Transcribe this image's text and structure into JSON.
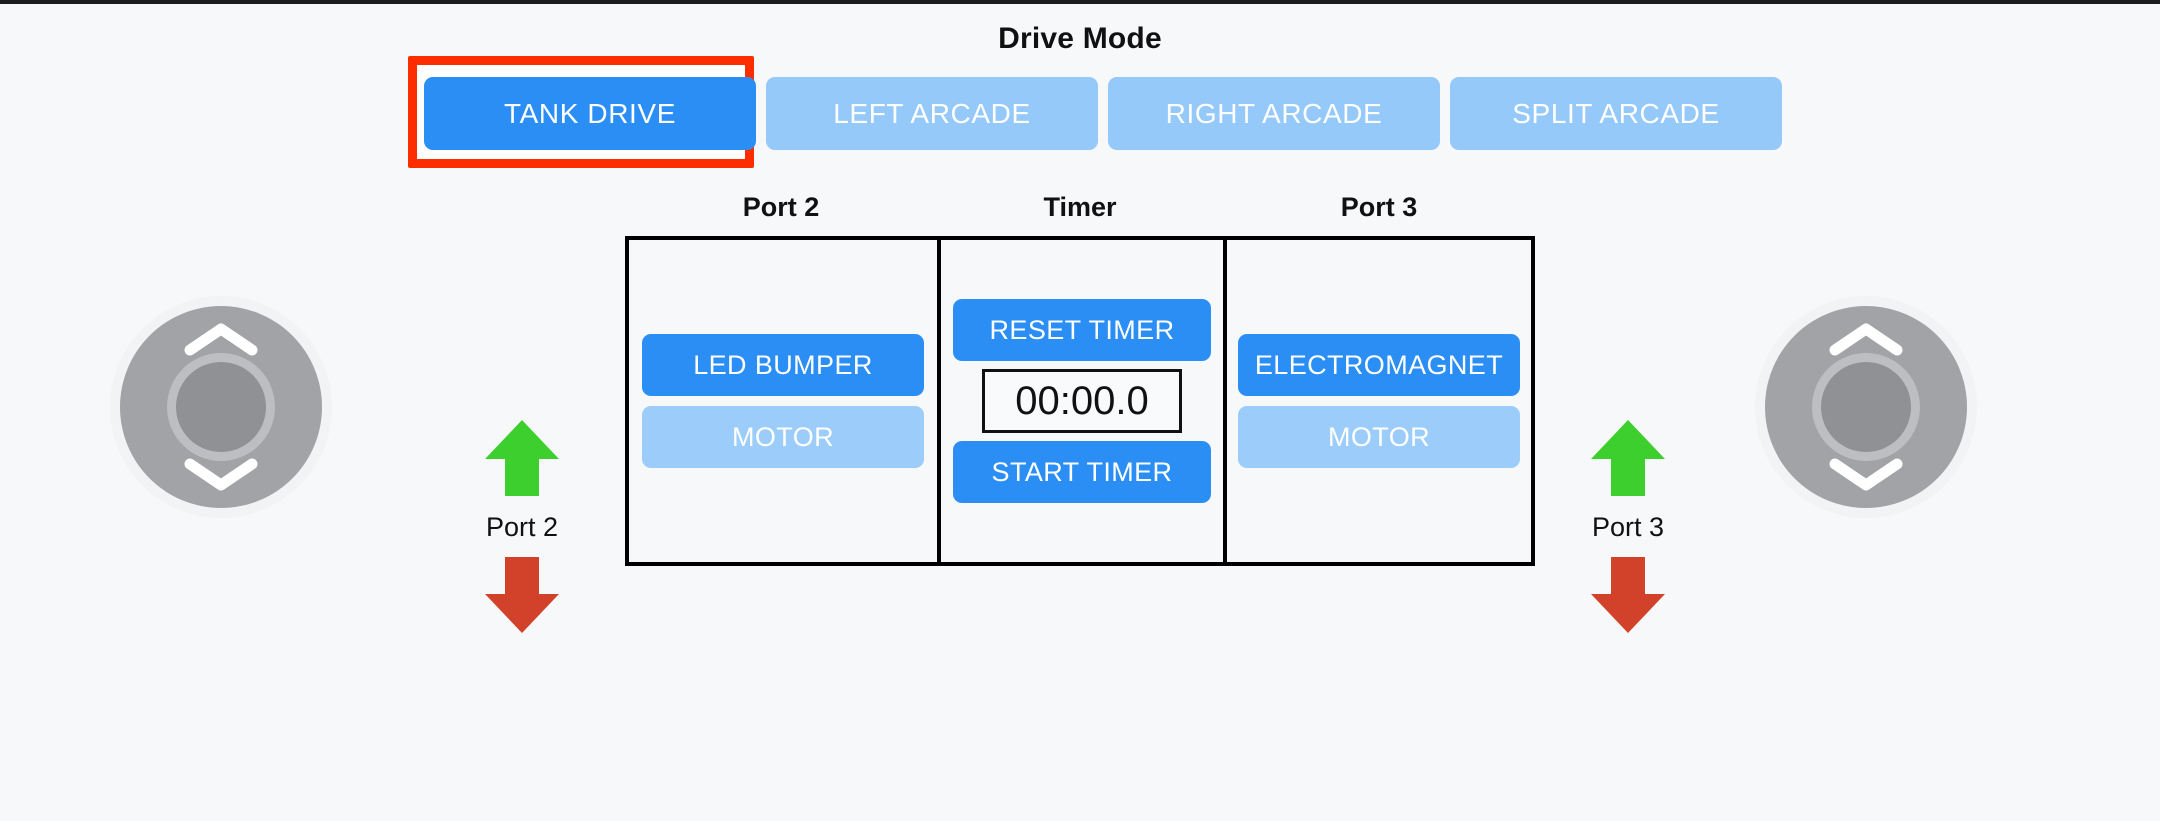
{
  "page": {
    "background_color": "#f6f8fa",
    "top_rule_color": "#1c1c1c"
  },
  "drive_mode": {
    "title": "Drive Mode",
    "active_color": "#2b8ef5",
    "inactive_color": "#94c9fa",
    "highlight_color": "#fc2d00",
    "selected": "TANK DRIVE",
    "options": [
      {
        "label": "TANK DRIVE",
        "state": "active",
        "highlighted": true
      },
      {
        "label": "LEFT ARCADE",
        "state": "inactive",
        "highlighted": false
      },
      {
        "label": "RIGHT ARCADE",
        "state": "inactive",
        "highlighted": false
      },
      {
        "label": "SPLIT ARCADE",
        "state": "inactive",
        "highlighted": false
      }
    ]
  },
  "columns": {
    "port2": {
      "header": "Port 2",
      "buttons": [
        {
          "label": "LED BUMPER",
          "state": "primary"
        },
        {
          "label": "MOTOR",
          "state": "secondary"
        }
      ]
    },
    "timer": {
      "header": "Timer",
      "reset_label": "RESET TIMER",
      "start_label": "START TIMER",
      "display_value": "00:00.0"
    },
    "port3": {
      "header": "Port 3",
      "buttons": [
        {
          "label": "ELECTROMAGNET",
          "state": "primary"
        },
        {
          "label": "MOTOR",
          "state": "secondary"
        }
      ]
    }
  },
  "ports": {
    "left": {
      "label": "Port 2",
      "up_icon": "arrow-up-icon",
      "down_icon": "arrow-down-icon"
    },
    "right": {
      "label": "Port 3",
      "up_icon": "arrow-up-icon",
      "down_icon": "arrow-down-icon"
    },
    "up_arrow_color": "#3dcf2e",
    "down_arrow_color": "#d2412a"
  },
  "joysticks": {
    "left": {
      "name": "left-drive-joystick",
      "up_icon": "chevron-up-icon",
      "down_icon": "chevron-down-icon"
    },
    "right": {
      "name": "right-drive-joystick",
      "up_icon": "chevron-up-icon",
      "down_icon": "chevron-down-icon"
    },
    "outer_color": "#a1a3a6",
    "knob_color": "#8f9194"
  }
}
